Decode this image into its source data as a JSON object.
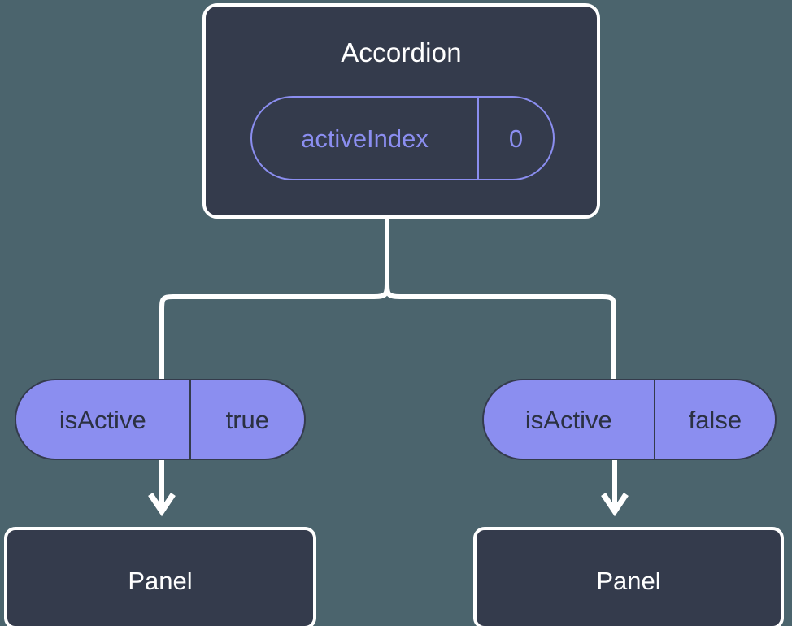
{
  "diagram": {
    "type": "component-tree",
    "background_color": "#4b646d",
    "accent_color": "#8b8ef0",
    "node_color": "#343b4c",
    "line_color": "#ffffff"
  },
  "root": {
    "title": "Accordion",
    "state_pill": {
      "key": "activeIndex",
      "value": "0"
    }
  },
  "branches": [
    {
      "prop": {
        "key": "isActive",
        "value": "true"
      },
      "child": {
        "title": "Panel"
      }
    },
    {
      "prop": {
        "key": "isActive",
        "value": "false"
      },
      "child": {
        "title": "Panel"
      }
    }
  ]
}
